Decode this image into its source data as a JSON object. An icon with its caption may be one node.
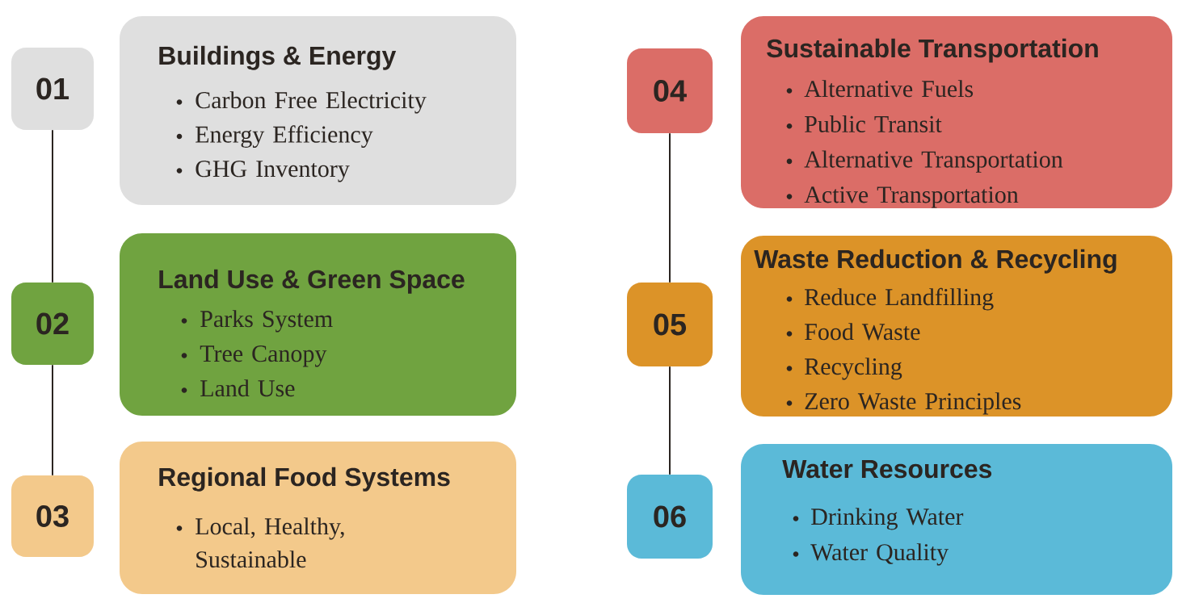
{
  "diagram": {
    "nodes": [
      {
        "text": [
          "01"
        ]
      },
      {
        "text": [
          "Buildings & Energy",
          "Carbon Free Electricity",
          "Energy Efficiency",
          "GHG Inventory"
        ]
      },
      {
        "text": [
          "02"
        ]
      },
      {
        "text": [
          "Land Use & Green Space",
          "Parks System",
          "Tree Canopy",
          "Land Use"
        ]
      },
      {
        "text": [
          "03"
        ]
      },
      {
        "text": [
          "Regional Food Systems",
          "Local, Healthy, Sustainable"
        ]
      },
      {
        "text": [
          "04"
        ]
      },
      {
        "text": [
          "Sustainable Transportation",
          "Alternative Fuels",
          "Public Transit",
          "Alternative Transportation",
          "Active Transportation"
        ]
      },
      {
        "text": [
          "05"
        ]
      },
      {
        "text": [
          "Waste Reduction & Recycling",
          "Reduce Landfilling",
          "Food Waste",
          "Recycling",
          "Zero Waste Principles"
        ]
      },
      {
        "text": [
          "06"
        ]
      },
      {
        "text": [
          "Water Resources",
          "Drinking Water",
          "Water Quality"
        ]
      }
    ],
    "edges": [
      {
        "from": 0,
        "to": 2,
        "arrow": "none"
      },
      {
        "from": 2,
        "to": 4,
        "arrow": "none"
      },
      {
        "from": 6,
        "to": 8,
        "arrow": "none"
      },
      {
        "from": 8,
        "to": 10,
        "arrow": "none"
      }
    ]
  }
}
